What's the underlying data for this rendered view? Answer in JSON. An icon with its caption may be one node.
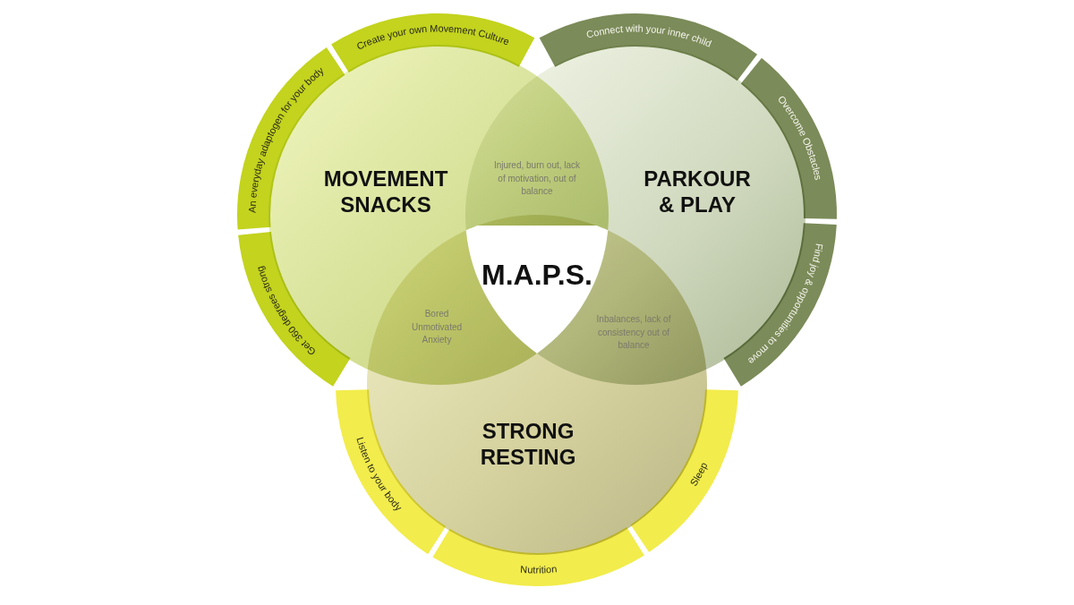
{
  "diagram": {
    "nodes": [
      {
        "text": [
          "MOVEMENT SNACKS"
        ]
      },
      {
        "text": [
          "PARKOUR & PLAY"
        ]
      },
      {
        "text": [
          "STRONG RESTING"
        ]
      },
      {
        "text": [
          "M.A.P.S."
        ]
      },
      {
        "text": [
          "Injured, burn out, lack of motivation, out of balance"
        ]
      },
      {
        "text": [
          "Bored Unmotivated Anxiety"
        ]
      },
      {
        "text": [
          "Inbalances, lack of consistency out of balance"
        ]
      },
      {
        "text": [
          "Create your own Movement Culture"
        ]
      },
      {
        "text": [
          "An everyday adaptogen for your body"
        ]
      },
      {
        "text": [
          "Get 360 degrees strong"
        ]
      },
      {
        "text": [
          "Connect with your inner child"
        ]
      },
      {
        "text": [
          "Overcome Obstacles"
        ]
      },
      {
        "text": [
          "Find joy & opportunities to move"
        ]
      },
      {
        "text": [
          "Listen to your body"
        ]
      },
      {
        "text": [
          "Nutrition"
        ]
      },
      {
        "text": [
          "Sleep"
        ]
      }
    ]
  }
}
